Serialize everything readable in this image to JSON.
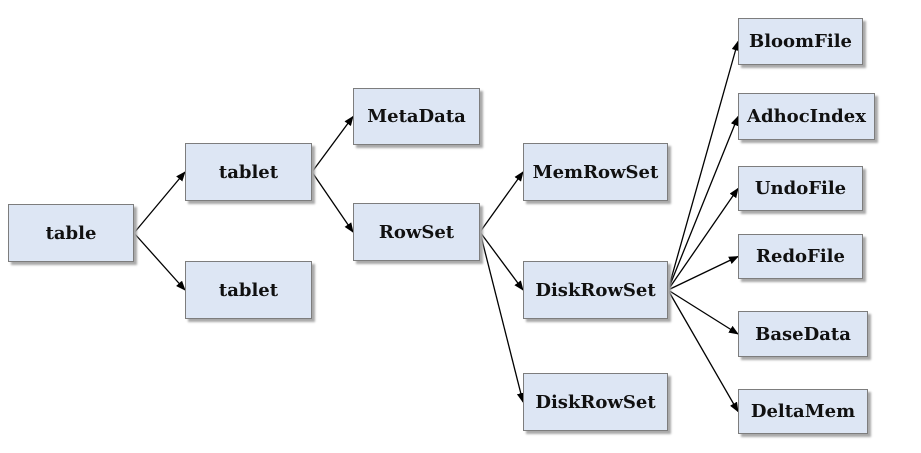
{
  "nodes": {
    "table": "table",
    "tablet_1": "tablet",
    "tablet_2": "tablet",
    "metadata": "MetaData",
    "rowset": "RowSet",
    "memrowset": "MemRowSet",
    "diskrowset_1": "DiskRowSet",
    "diskrowset_2": "DiskRowSet",
    "bloomfile": "BloomFile",
    "adhocindex": "AdhocIndex",
    "undofile": "UndoFile",
    "redofile": "RedoFile",
    "basedata": "BaseData",
    "deltamem": "DeltaMem"
  },
  "edges": [
    [
      "table",
      "tablet_1"
    ],
    [
      "table",
      "tablet_2"
    ],
    [
      "tablet_1",
      "metadata"
    ],
    [
      "tablet_1",
      "rowset"
    ],
    [
      "rowset",
      "memrowset"
    ],
    [
      "rowset",
      "diskrowset_1"
    ],
    [
      "rowset",
      "diskrowset_2"
    ],
    [
      "diskrowset_1",
      "bloomfile"
    ],
    [
      "diskrowset_1",
      "adhocindex"
    ],
    [
      "diskrowset_1",
      "undofile"
    ],
    [
      "diskrowset_1",
      "redofile"
    ],
    [
      "diskrowset_1",
      "basedata"
    ],
    [
      "diskrowset_1",
      "deltamem"
    ]
  ],
  "colors": {
    "node_fill": "#dde6f4",
    "node_border": "#7d7d7d",
    "edge": "#000000"
  }
}
